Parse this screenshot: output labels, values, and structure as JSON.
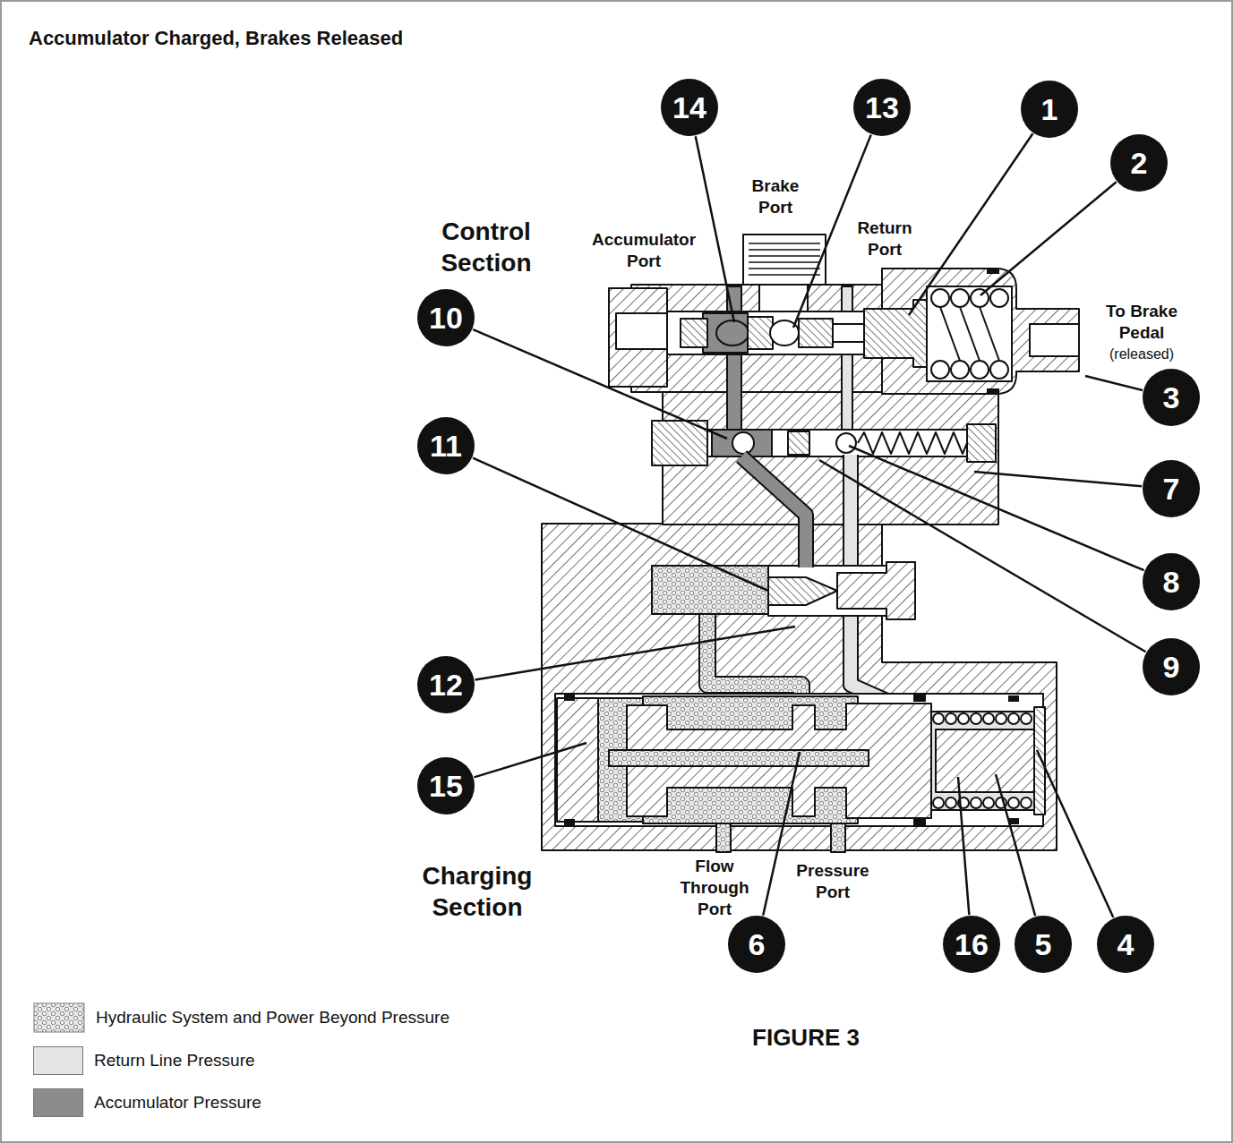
{
  "diagram": {
    "title": "Accumulator Charged, Brakes Released",
    "caption": "FIGURE 3",
    "labels": [
      "Control Section",
      "Accumulator Port",
      "Brake Port",
      "Return Port",
      "To Brake Pedal",
      "(released)",
      "Charging Section",
      "Flow Through Port",
      "Pressure Port",
      "14",
      "13",
      "1",
      "2",
      "10",
      "3",
      "11",
      "7",
      "8",
      "12",
      "9",
      "15",
      "6",
      "16",
      "5",
      "4"
    ],
    "legend": [
      {
        "text": "Hydraulic System and Power Beyond Pressure"
      },
      {
        "text": "Return Line Pressure",
        "color": "#e4e4e4"
      },
      {
        "text": "Accumulator Pressure",
        "color": "#8c8c8c"
      }
    ]
  }
}
